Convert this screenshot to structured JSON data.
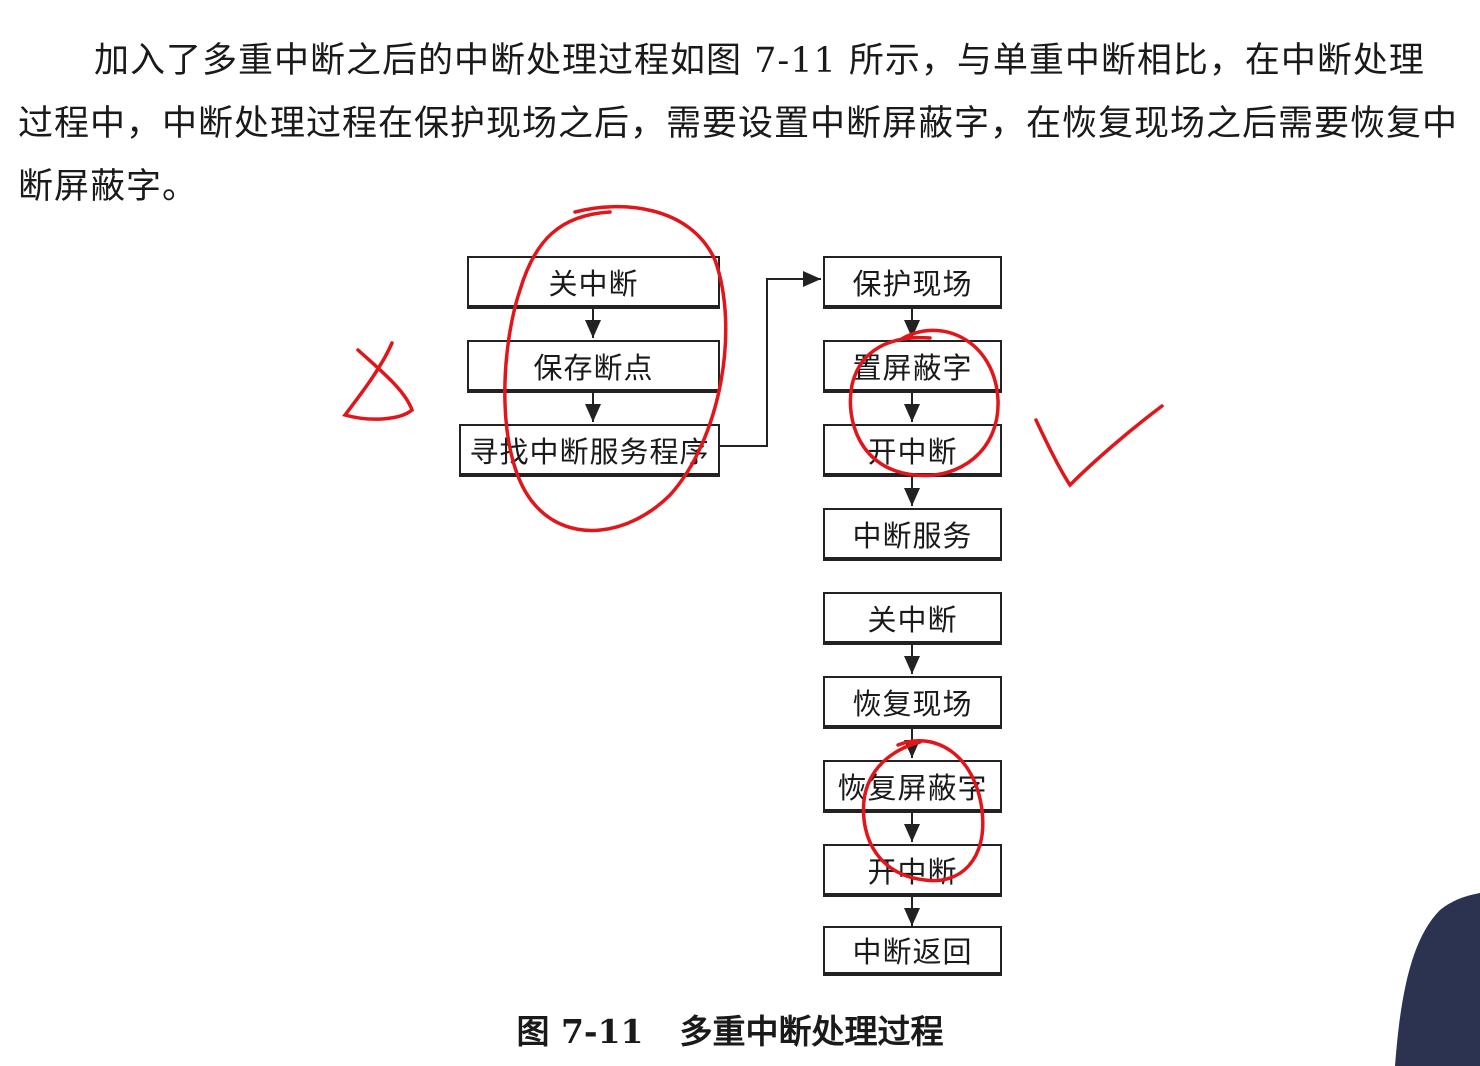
{
  "paragraph": "加入了多重中断之后的中断处理过程如图 7-11 所示，与单重中断相比，在中断处理过程中，中断处理过程在保护现场之后，需要设置中断屏蔽字，在恢复现场之后需要恢复中断屏蔽字。",
  "left_column": [
    "关中断",
    "保存断点",
    "寻找中断服务程序"
  ],
  "right_column": [
    "保护现场",
    "置屏蔽字",
    "开中断",
    "中断服务",
    "关中断",
    "恢复现场",
    "恢复屏蔽字",
    "开中断",
    "中断返回"
  ],
  "caption": {
    "number": "图 7-11",
    "title": "多重中断处理过程"
  },
  "annotation_color": "#e0161b"
}
